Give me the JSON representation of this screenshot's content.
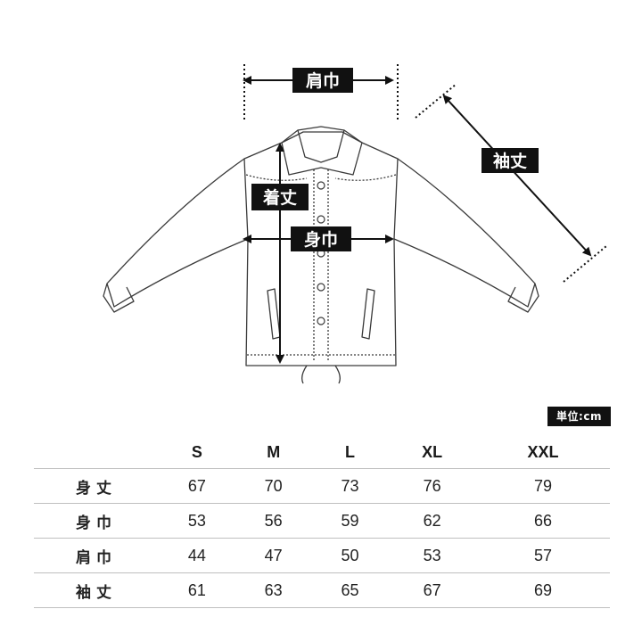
{
  "diagram": {
    "labels": {
      "shoulder_width": "肩巾",
      "sleeve_length": "袖丈",
      "body_length": "着丈",
      "body_width": "身巾"
    }
  },
  "unit_label": "単位:cm",
  "size_table": {
    "columns": [
      "S",
      "M",
      "L",
      "XL",
      "XXL"
    ],
    "rows": [
      {
        "label": "身丈",
        "values": [
          "67",
          "70",
          "73",
          "76",
          "79"
        ]
      },
      {
        "label": "身巾",
        "values": [
          "53",
          "56",
          "59",
          "62",
          "66"
        ]
      },
      {
        "label": "肩巾",
        "values": [
          "44",
          "47",
          "50",
          "53",
          "57"
        ]
      },
      {
        "label": "袖丈",
        "values": [
          "61",
          "63",
          "65",
          "67",
          "69"
        ]
      }
    ]
  },
  "colors": {
    "line": "#3a3a3a",
    "arrow": "#111111",
    "label_bg": "#111111",
    "label_text": "#ffffff",
    "divider": "#bfbfbf"
  }
}
